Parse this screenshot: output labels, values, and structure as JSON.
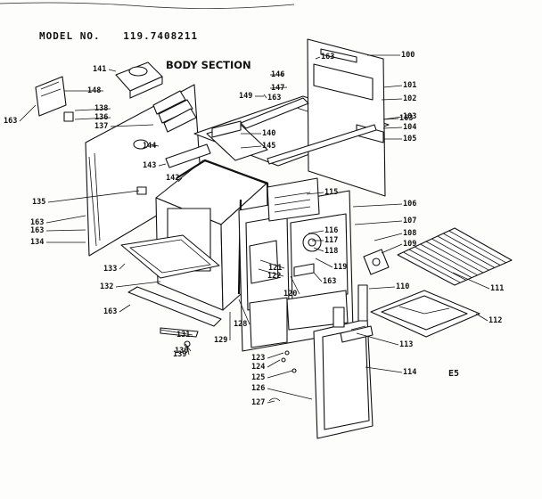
{
  "header": {
    "model_label": "MODEL NO.",
    "model_number": "119.7408211"
  },
  "title": "BODY SECTION",
  "page_code": "E5",
  "footer_text": "",
  "parts": [
    "100",
    "101",
    "102",
    "103",
    "104",
    "105",
    "106",
    "107",
    "108",
    "109",
    "110",
    "111",
    "112",
    "113",
    "114",
    "115",
    "116",
    "117",
    "118",
    "119",
    "120",
    "121",
    "122",
    "123",
    "124",
    "125",
    "126",
    "127",
    "128",
    "129",
    "130",
    "131",
    "132",
    "133",
    "134",
    "135",
    "136",
    "137",
    "138",
    "139",
    "140",
    "141",
    "142",
    "143",
    "144",
    "145",
    "146",
    "147",
    "148",
    "149"
  ]
}
